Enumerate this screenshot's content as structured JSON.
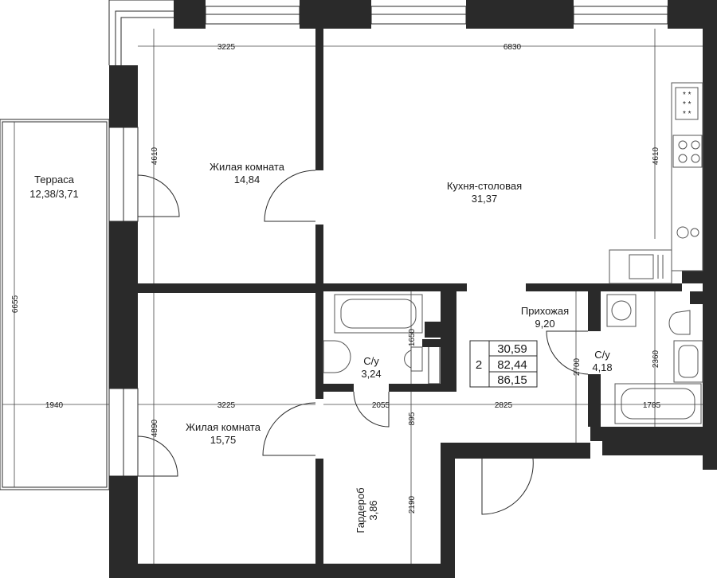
{
  "rooms": {
    "terrace": {
      "name": "Терраса",
      "area": "12,38/3,71"
    },
    "living_top": {
      "name": "Жилая комната",
      "area": "14,84"
    },
    "kitchen": {
      "name": "Кухня-столовая",
      "area": "31,37"
    },
    "bath_left": {
      "name": "С/у",
      "area": "3,24"
    },
    "hallway": {
      "name": "Прихожая",
      "area": "9,20"
    },
    "bath_right": {
      "name": "С/у",
      "area": "4,18"
    },
    "living_bottom": {
      "name": "Жилая комната",
      "area": "15,75"
    },
    "wardrobe": {
      "name": "Гардероб",
      "area": "3,86"
    }
  },
  "dimensions": {
    "top_left_width": "3225",
    "top_right_width": "6830",
    "left_room_height": "4610",
    "kitchen_height": "4610",
    "terrace_height": "6655",
    "terrace_width": "1940",
    "bottom_left_width": "3225",
    "bath_height": "1650",
    "corridor_width_left": "2055",
    "corridor_width_right": "2825",
    "hall_height": "2700",
    "bath_right_height": "2360",
    "bath_right_width": "1785",
    "living_bottom_height": "4890",
    "corridor_height": "895",
    "wardrobe_height": "2190"
  },
  "summary": {
    "room_count": "2",
    "living_area": "30,59",
    "total_area": "82,44",
    "total_with_terrace": "86,15"
  }
}
